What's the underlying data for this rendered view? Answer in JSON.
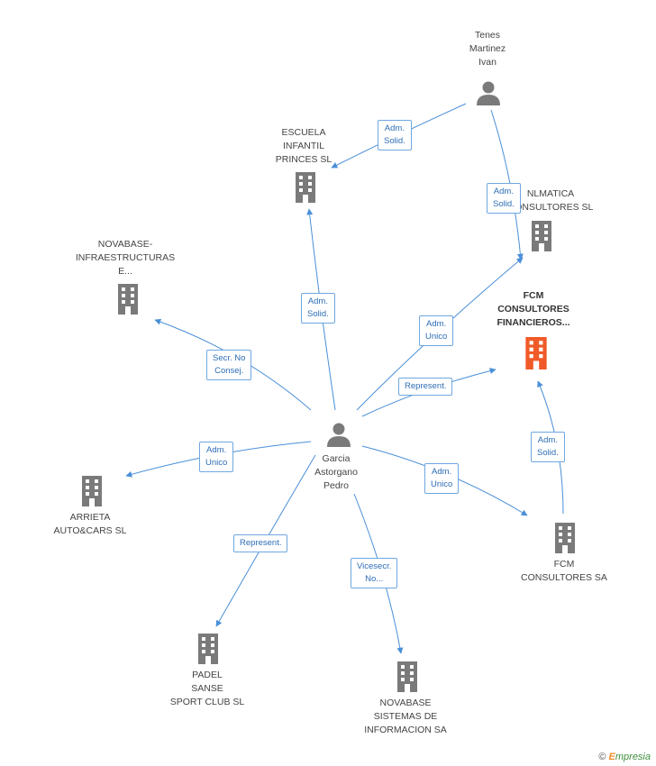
{
  "colors": {
    "edge": "#4a8fd8",
    "company": "#7a7a7a",
    "person": "#7a7a7a",
    "focus_company": "#f05a28"
  },
  "nodes": {
    "tenes": {
      "label": "Tenes\nMartinez\nIvan",
      "icon": "person-icon"
    },
    "escuela": {
      "label": "ESCUELA\nINFANTIL\nPRINCES SL",
      "icon": "building-icon"
    },
    "nlmatica": {
      "label": "NLMATICA\nCONSULTORES SL",
      "icon": "building-icon"
    },
    "fcm_fin": {
      "label": "FCM\nCONSULTORES\nFINANCIEROS...",
      "icon": "building-icon"
    },
    "novabase_inf": {
      "label": "NOVABASE-\nINFRAESTRUCTURAS\nE...",
      "icon": "building-icon"
    },
    "garcia": {
      "label": "Garcia\nAstorgano\nPedro",
      "icon": "person-icon"
    },
    "arrieta": {
      "label": "ARRIETA\nAUTO&CARS SL",
      "icon": "building-icon"
    },
    "fcm_sa": {
      "label": "FCM\nCONSULTORES SA",
      "icon": "building-icon"
    },
    "padel": {
      "label": "PADEL\nSANSE\nSPORT CLUB SL",
      "icon": "building-icon"
    },
    "novabase_sis": {
      "label": "NOVABASE\nSISTEMAS DE\nINFORMACION SA",
      "icon": "building-icon"
    }
  },
  "edges": {
    "tenes_escuela": "Adm.\nSolid.",
    "tenes_fcm": "Adm.\nSolid.",
    "garcia_escuela": "Adm.\nSolid.",
    "garcia_fcm_adm": "Adm.\nUnico",
    "garcia_fcm_rep": "Represent.",
    "garcia_novabase_inf": "Secr.  No\nConsej.",
    "garcia_arrieta": "Adm.\nUnico",
    "garcia_fcm_sa": "Adm.\nUnico",
    "fcm_sa_fcm": "Adm.\nSolid.",
    "garcia_padel": "Represent.",
    "garcia_novabase_sis": "Vicesecr.\nNo..."
  },
  "footer": {
    "copyright": "©",
    "brand_initial": "E",
    "brand_rest": "mpresia"
  }
}
